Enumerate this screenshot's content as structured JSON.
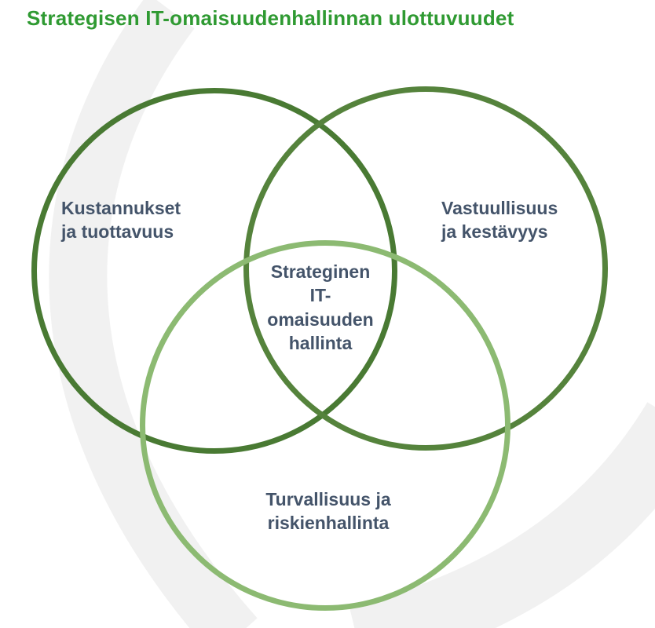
{
  "title": "Strategisen IT-omaisuudenhallinnan ulottuvuudet",
  "colors": {
    "title": "#2f9a32",
    "circle_costs": "#497a33",
    "circle_sustainability": "#55833c",
    "circle_security": "#8cba72",
    "label_text": "#44546a",
    "background_swoosh": "#f1f1f1"
  },
  "diagram": {
    "type": "venn-3",
    "labels": {
      "top_left": {
        "line1": "Kustannukset",
        "line2": "ja tuottavuus"
      },
      "top_right": {
        "line1": "Vastuullisuus",
        "line2": "ja kestävyys"
      },
      "bottom": {
        "line1": "Turvallisuus ja",
        "line2": "riskienhallinta"
      },
      "center": {
        "line1": "Strateginen",
        "line2": "IT-",
        "line3": "omaisuuden",
        "line4": "hallinta"
      }
    }
  }
}
